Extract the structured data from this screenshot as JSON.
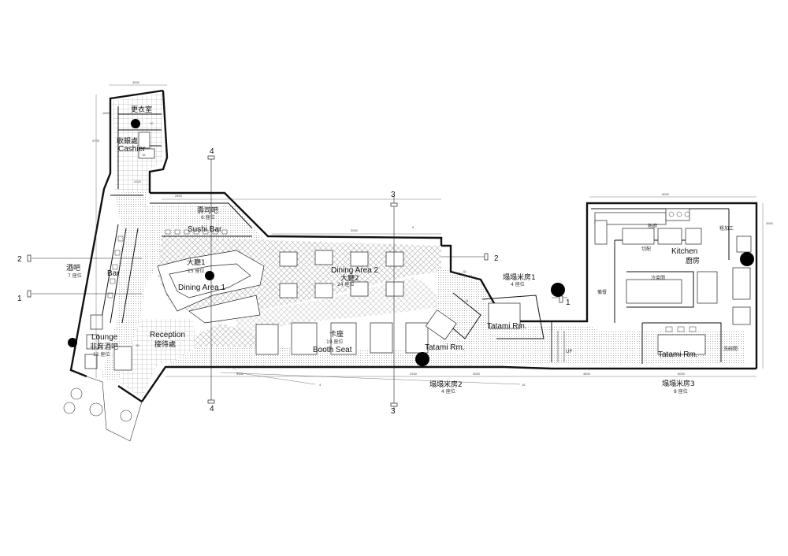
{
  "rooms": {
    "fitting": {
      "zh": "更衣室"
    },
    "cashier": {
      "zh": "收銀處",
      "en": "Cashier"
    },
    "sushi_bar": {
      "zh": "壽司吧",
      "en": "Sushi Bar",
      "seats": "6 座位"
    },
    "bar": {
      "zh": "酒吧",
      "en": "Bar",
      "seats": "7 座位"
    },
    "dining1": {
      "zh": "大廳1",
      "en": "Dining Area 1",
      "seats": "15 座位"
    },
    "dining2": {
      "zh": "大廳2",
      "en": "Dining Area 2",
      "seats": "24 座位"
    },
    "lounge": {
      "zh": "非席酒吧",
      "en": "Lounge",
      "seats": "12 座位"
    },
    "reception": {
      "zh": "接待處",
      "en": "Reception"
    },
    "booth": {
      "zh": "卡座",
      "en": "Booth Seat",
      "seats": "19 座位"
    },
    "tatami1": {
      "zh": "塌塌米房1",
      "en": "Tatami Rm.",
      "seats": "4 座位"
    },
    "tatami2": {
      "zh": "塌塌米房2",
      "en": "Tatami Rm.",
      "seats": "4 座位"
    },
    "tatami3": {
      "zh": "塌塌米房3",
      "en": "Tatami Rm.",
      "seats": "8 座位"
    },
    "kitchen": {
      "zh": "廚房",
      "en": "Kitchen"
    },
    "hot_kitchen": {
      "zh": "熱廚"
    },
    "cutting": {
      "zh": "切配"
    },
    "cold_room": {
      "zh": "冷菜間"
    },
    "prep": {
      "zh": "粗加工"
    },
    "serving": {
      "zh": "備餐"
    },
    "dishwash": {
      "zh": "洗碗間"
    }
  },
  "section_marks": [
    "1",
    "1",
    "2",
    "2",
    "3",
    "3",
    "4",
    "4"
  ],
  "dimensions": [
    "3000",
    "1800",
    "4700",
    "2400",
    "3000",
    "9",
    "15",
    "14",
    "15",
    "4",
    "15",
    "9000",
    "3000",
    "3150",
    "2250",
    "3000",
    "4800",
    "10",
    "16",
    "2220",
    "6000"
  ],
  "annotations": {
    "up_label": "UP"
  },
  "colors": {
    "wall": "#111111",
    "hatch": "#888888",
    "marker": "#000000"
  }
}
